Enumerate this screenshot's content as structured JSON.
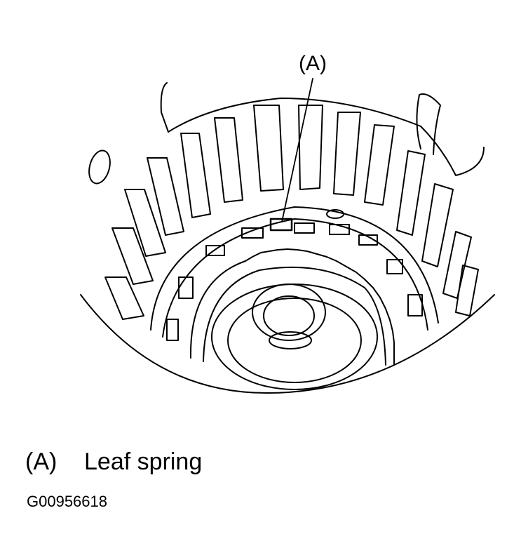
{
  "callout": {
    "letter": "(A)"
  },
  "legend": {
    "key": "(A)",
    "description": "Leaf spring"
  },
  "figure_id": "G00956618",
  "colors": {
    "line": "#000000",
    "background": "#ffffff"
  }
}
